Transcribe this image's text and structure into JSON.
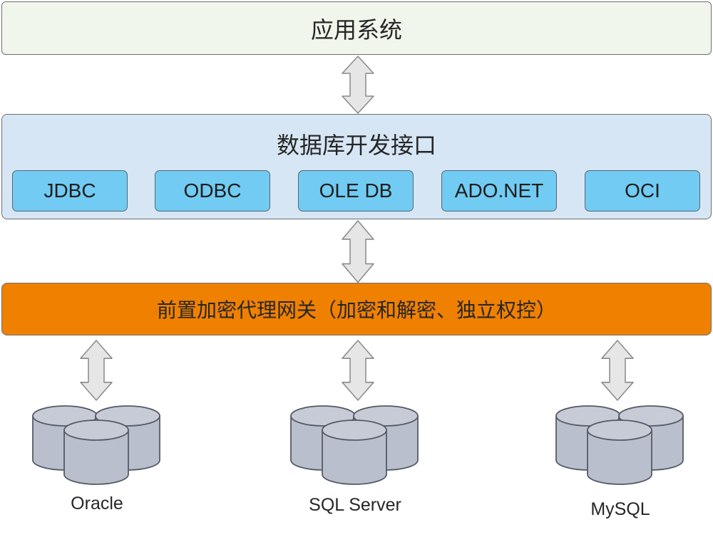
{
  "app_system": {
    "label": "应用系统"
  },
  "db_interface": {
    "title": "数据库开发接口",
    "items": [
      "JDBC",
      "ODBC",
      "OLE DB",
      "ADO.NET",
      "OCI"
    ]
  },
  "gateway": {
    "label": "前置加密代理网关（加密和解密、独立权控）"
  },
  "databases": [
    "Oracle",
    "SQL Server",
    "MySQL"
  ],
  "colors": {
    "app_fill": "#f1f6ec",
    "api_fill": "#d6e6f5",
    "api_button_fill": "#71cbf2",
    "gateway_fill": "#f08000",
    "arrow_fill": "#e6e6e6",
    "cylinder_fill": "#b9bfcc"
  },
  "icons": {
    "arrow": "double-headed-vertical-arrow-icon",
    "database": "database-cylinders-icon"
  }
}
